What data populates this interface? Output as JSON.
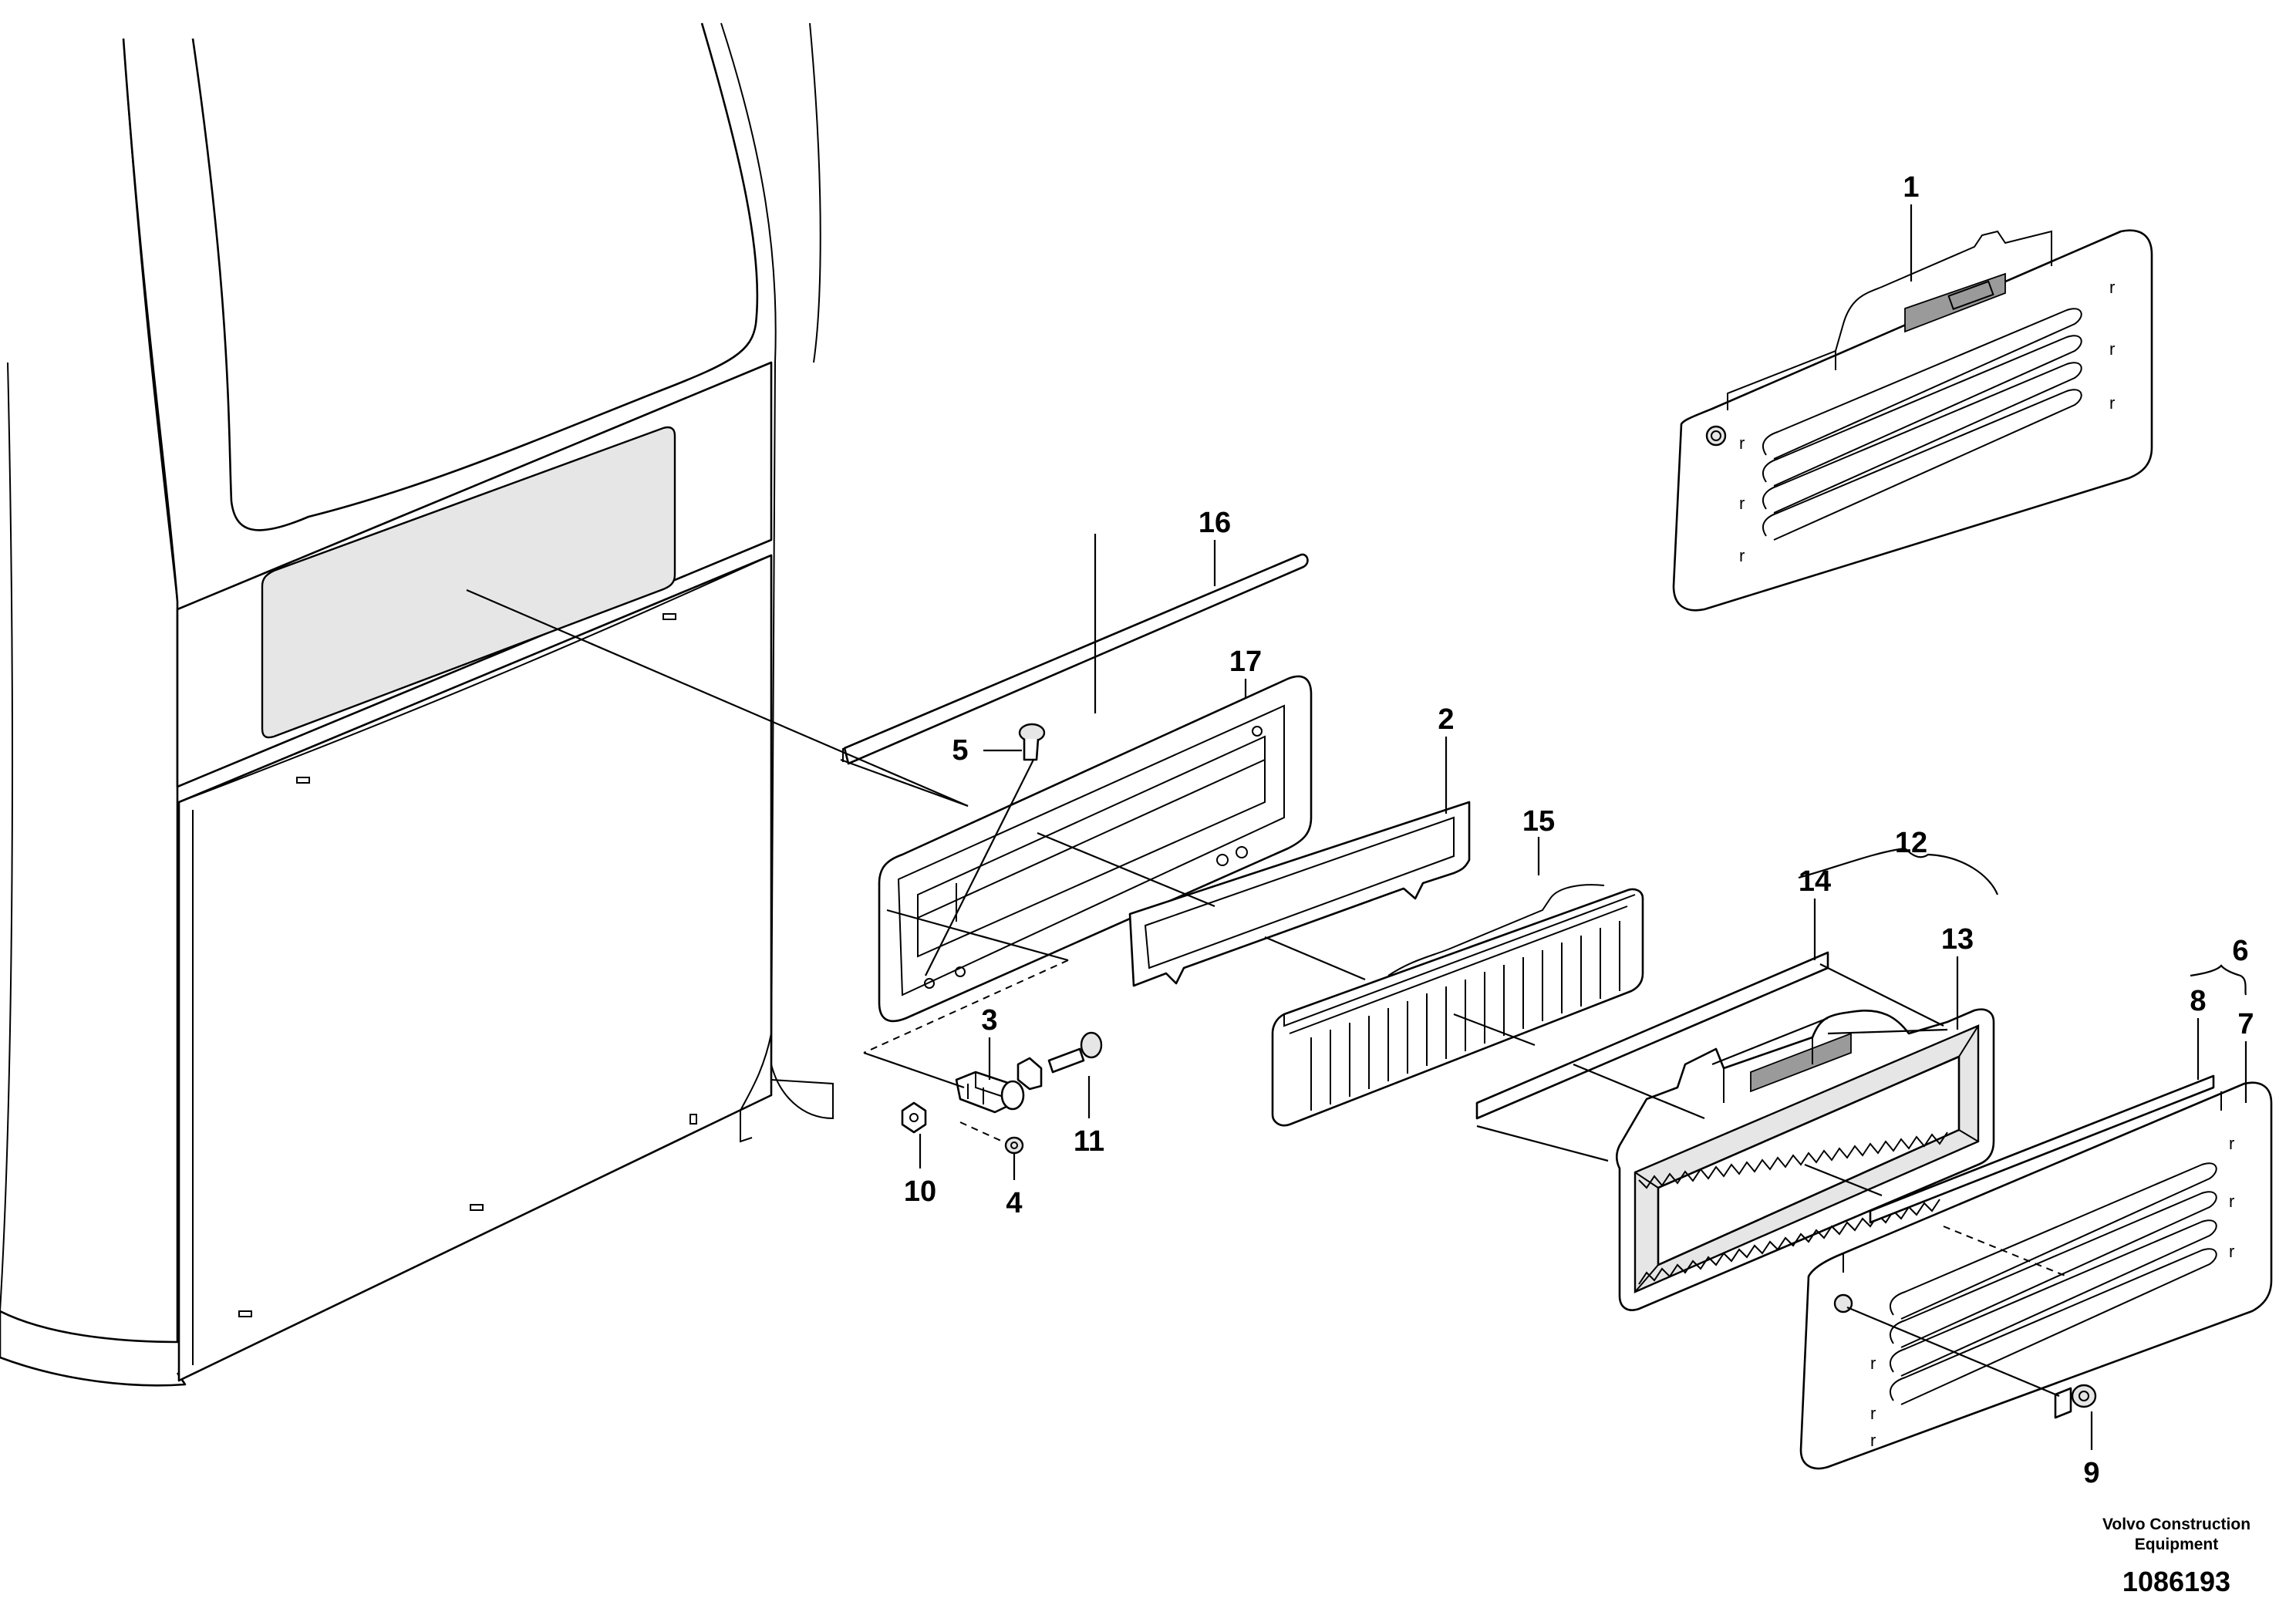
{
  "callouts": [
    {
      "id": "1",
      "label": "1"
    },
    {
      "id": "2",
      "label": "2"
    },
    {
      "id": "3",
      "label": "3"
    },
    {
      "id": "4",
      "label": "4"
    },
    {
      "id": "5",
      "label": "5"
    },
    {
      "id": "6",
      "label": "6"
    },
    {
      "id": "7",
      "label": "7"
    },
    {
      "id": "8",
      "label": "8"
    },
    {
      "id": "9",
      "label": "9"
    },
    {
      "id": "10",
      "label": "10"
    },
    {
      "id": "11",
      "label": "11"
    },
    {
      "id": "12",
      "label": "12"
    },
    {
      "id": "13",
      "label": "13"
    },
    {
      "id": "14",
      "label": "14"
    },
    {
      "id": "15",
      "label": "15"
    },
    {
      "id": "16",
      "label": "16"
    },
    {
      "id": "17",
      "label": "17"
    }
  ],
  "footer": {
    "company_line1": "Volvo Construction",
    "company_line2": "Equipment",
    "drawing_number": "1086193"
  }
}
